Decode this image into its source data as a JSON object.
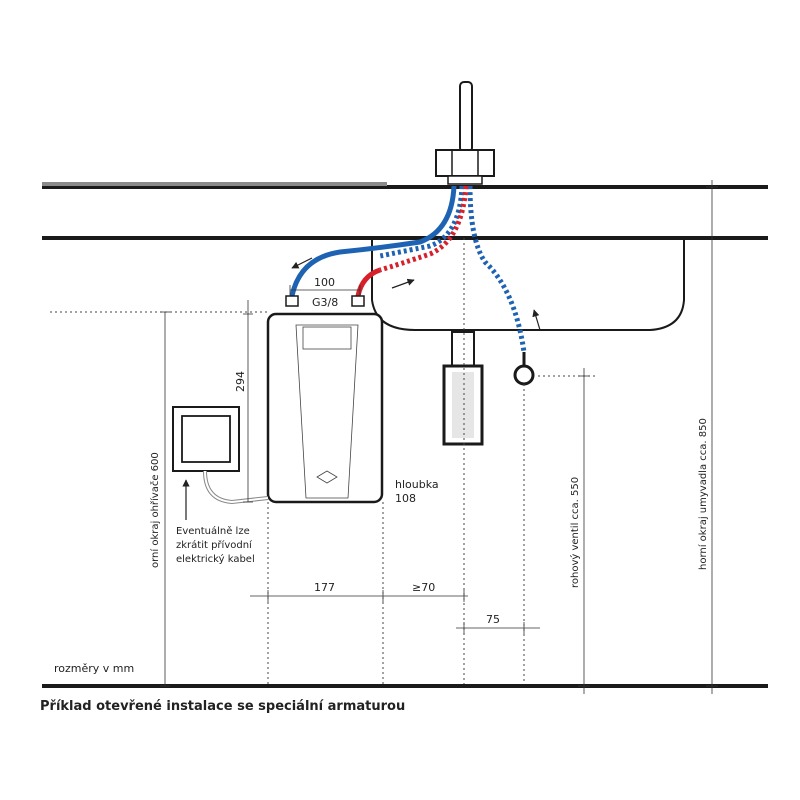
{
  "labels": {
    "units": "rozměry v mm",
    "caption": "Příklad otevřené instalace se speciální armaturou",
    "dim_100": "100",
    "thread": "G3/8",
    "dim_294": "294",
    "depth_1": "hloubka",
    "depth_2": "108",
    "cable_note_1": "Eventuálně lze",
    "cable_note_2": "zkrátit přívodní",
    "cable_note_3": "elektrický kabel",
    "heater_edge": "orní okraj ohřívače 600",
    "dim_177": "177",
    "dim_70": "≥70",
    "dim_75": "75",
    "angle_valve": "rohový ventil cca. 550",
    "basin_edge": "horní okraj umyvadla cca. 850"
  },
  "colors": {
    "hot": "#d6202a",
    "cold": "#1e63b3",
    "line": "#1a1a1a",
    "counter": "#888888"
  }
}
